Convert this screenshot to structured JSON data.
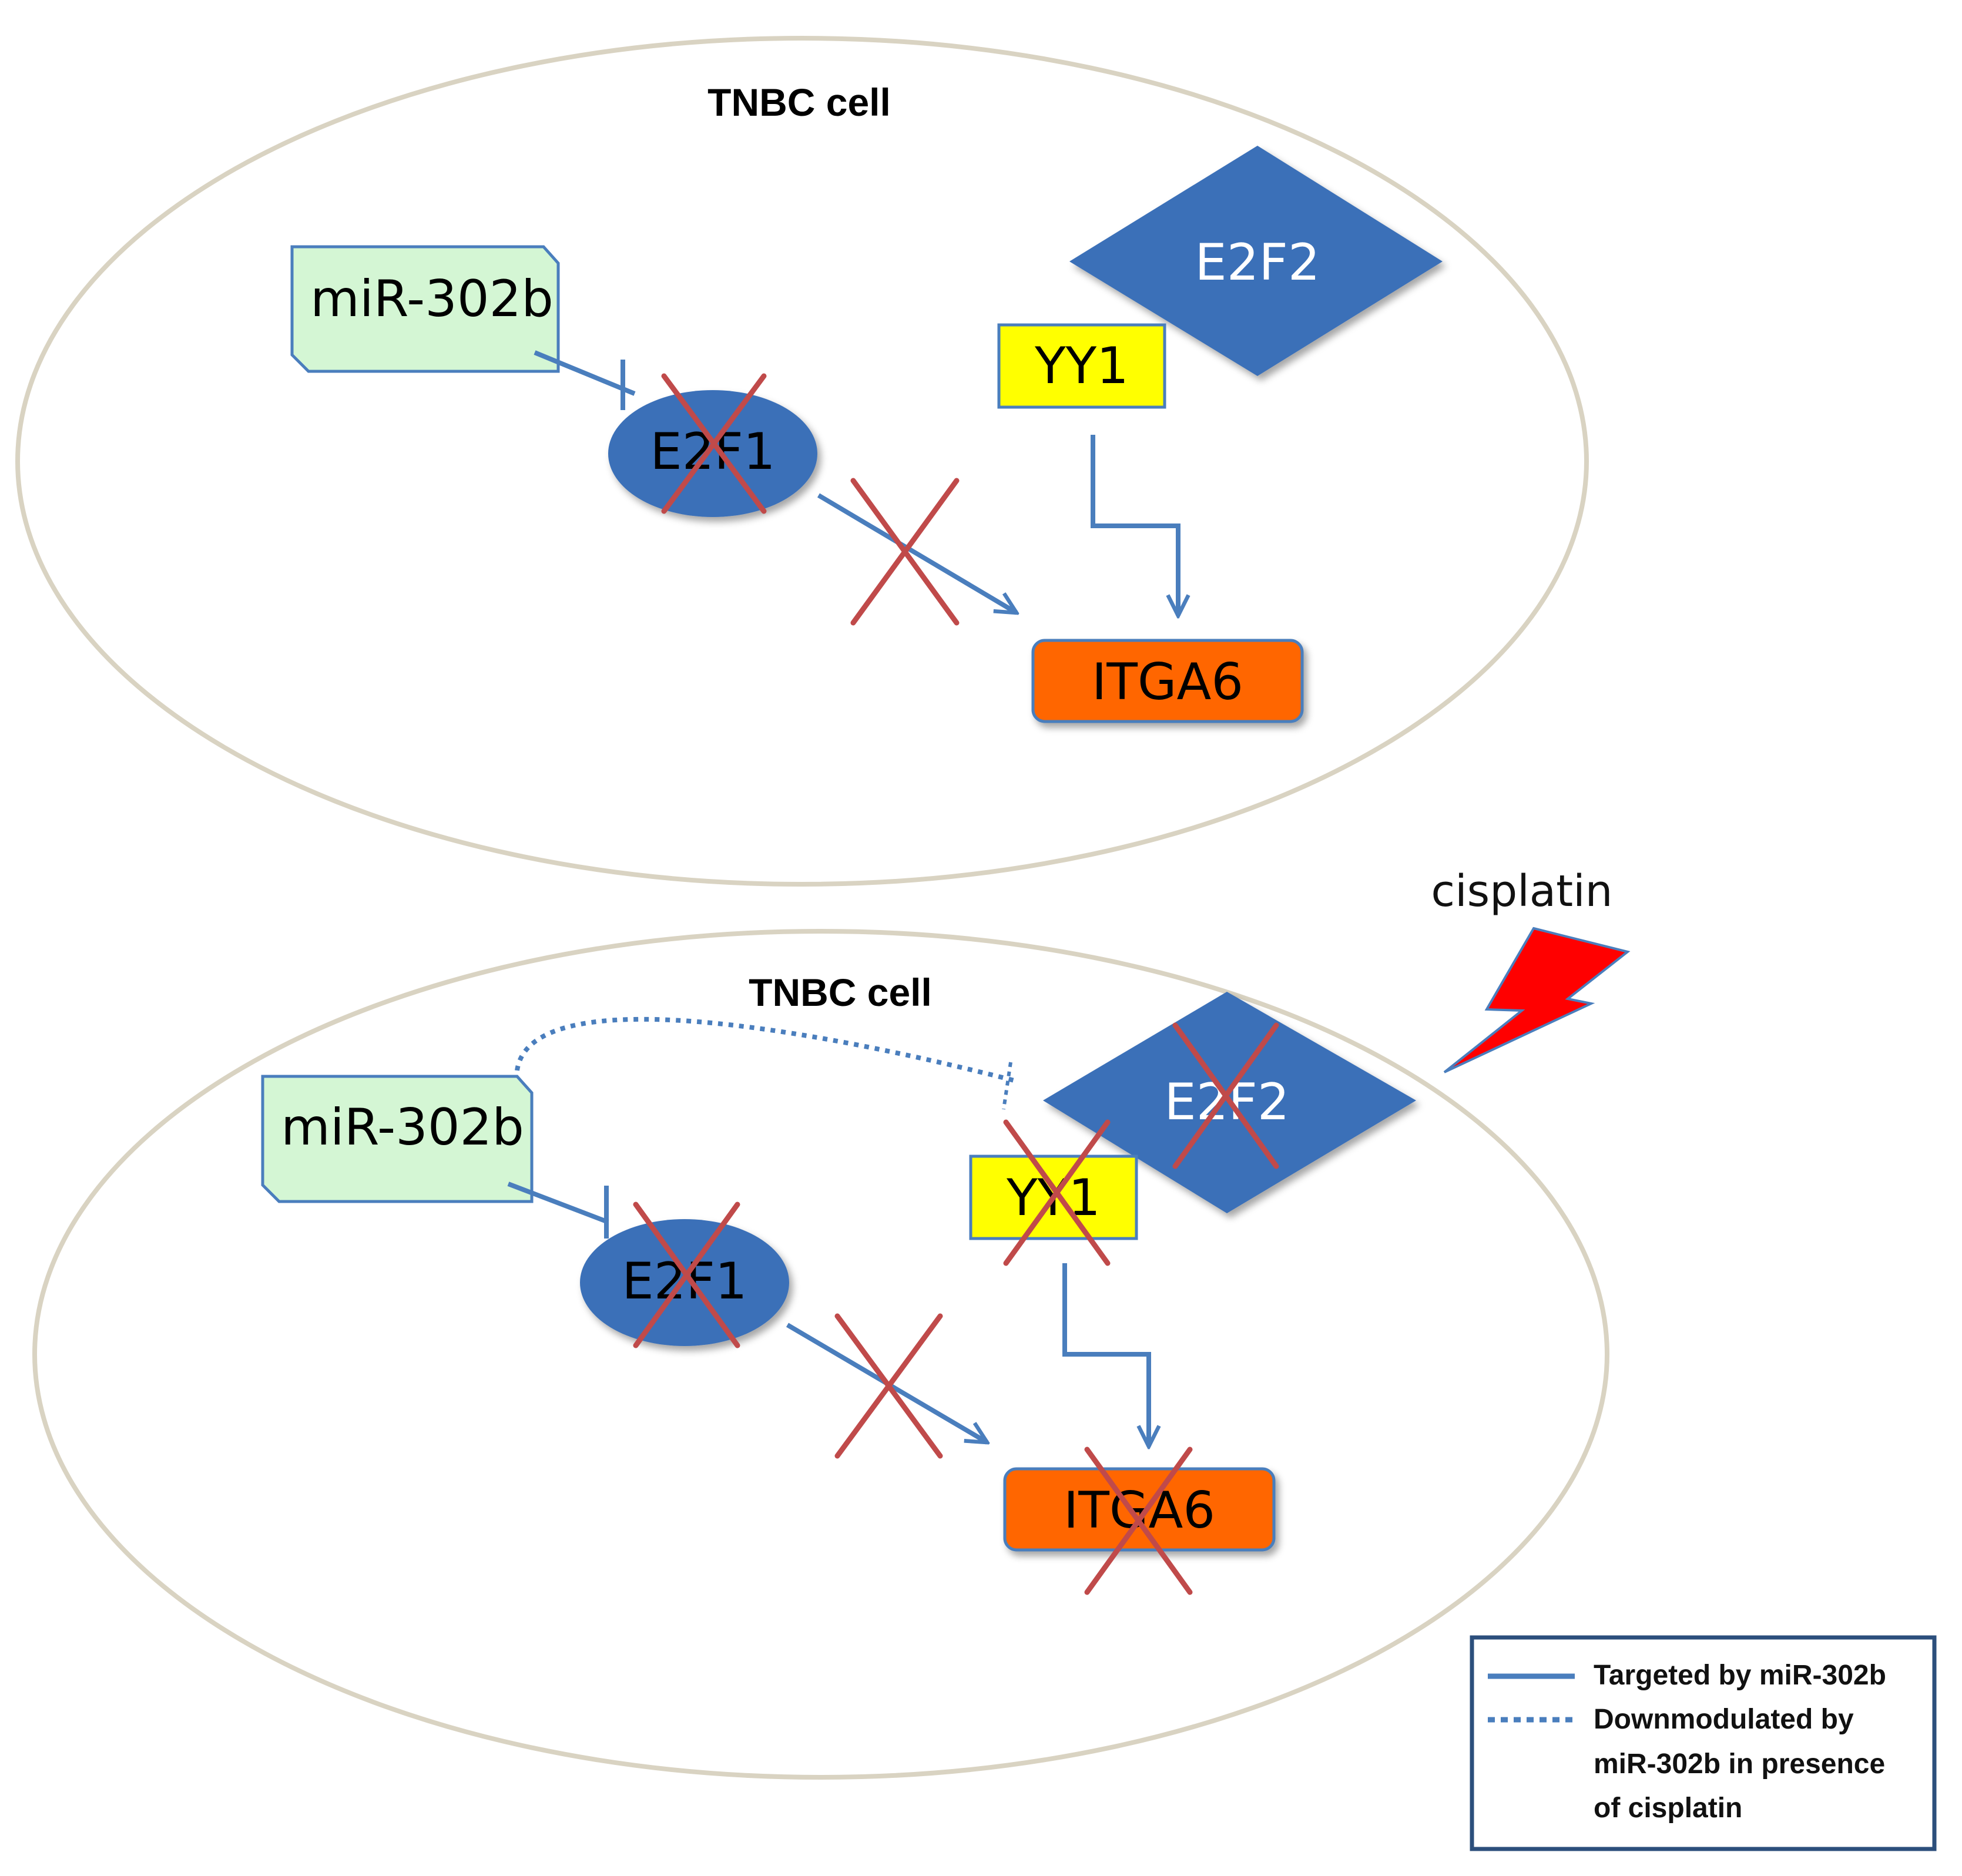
{
  "panels": [
    {
      "title": "TNBC cell",
      "nodes": {
        "mir": "miR-302b",
        "e2f1": "E2F1",
        "e2f2": "E2F2",
        "yy1": "YY1",
        "itga6": "ITGA6"
      }
    },
    {
      "title": "TNBC cell",
      "nodes": {
        "mir": "miR-302b",
        "e2f1": "E2F1",
        "e2f2": "E2F2",
        "yy1": "YY1",
        "itga6": "ITGA6"
      },
      "drug": "cisplatin"
    }
  ],
  "legend": {
    "solid": "Targeted by miR-302b",
    "dotted": [
      "Downmodulated by",
      "miR-302b in presence",
      "of cisplatin"
    ]
  },
  "colors": {
    "cell_border": "#d9d3c2",
    "blue_node": "#3b70b8",
    "arrow": "#4a7ebd",
    "mir_fill": "#d4f6d4",
    "yy1_fill": "#ffff00",
    "itga6_fill": "#ff6600",
    "cross": "#c04a4a",
    "bolt": "#ff0000",
    "legend_border": "#2c4f7c"
  }
}
